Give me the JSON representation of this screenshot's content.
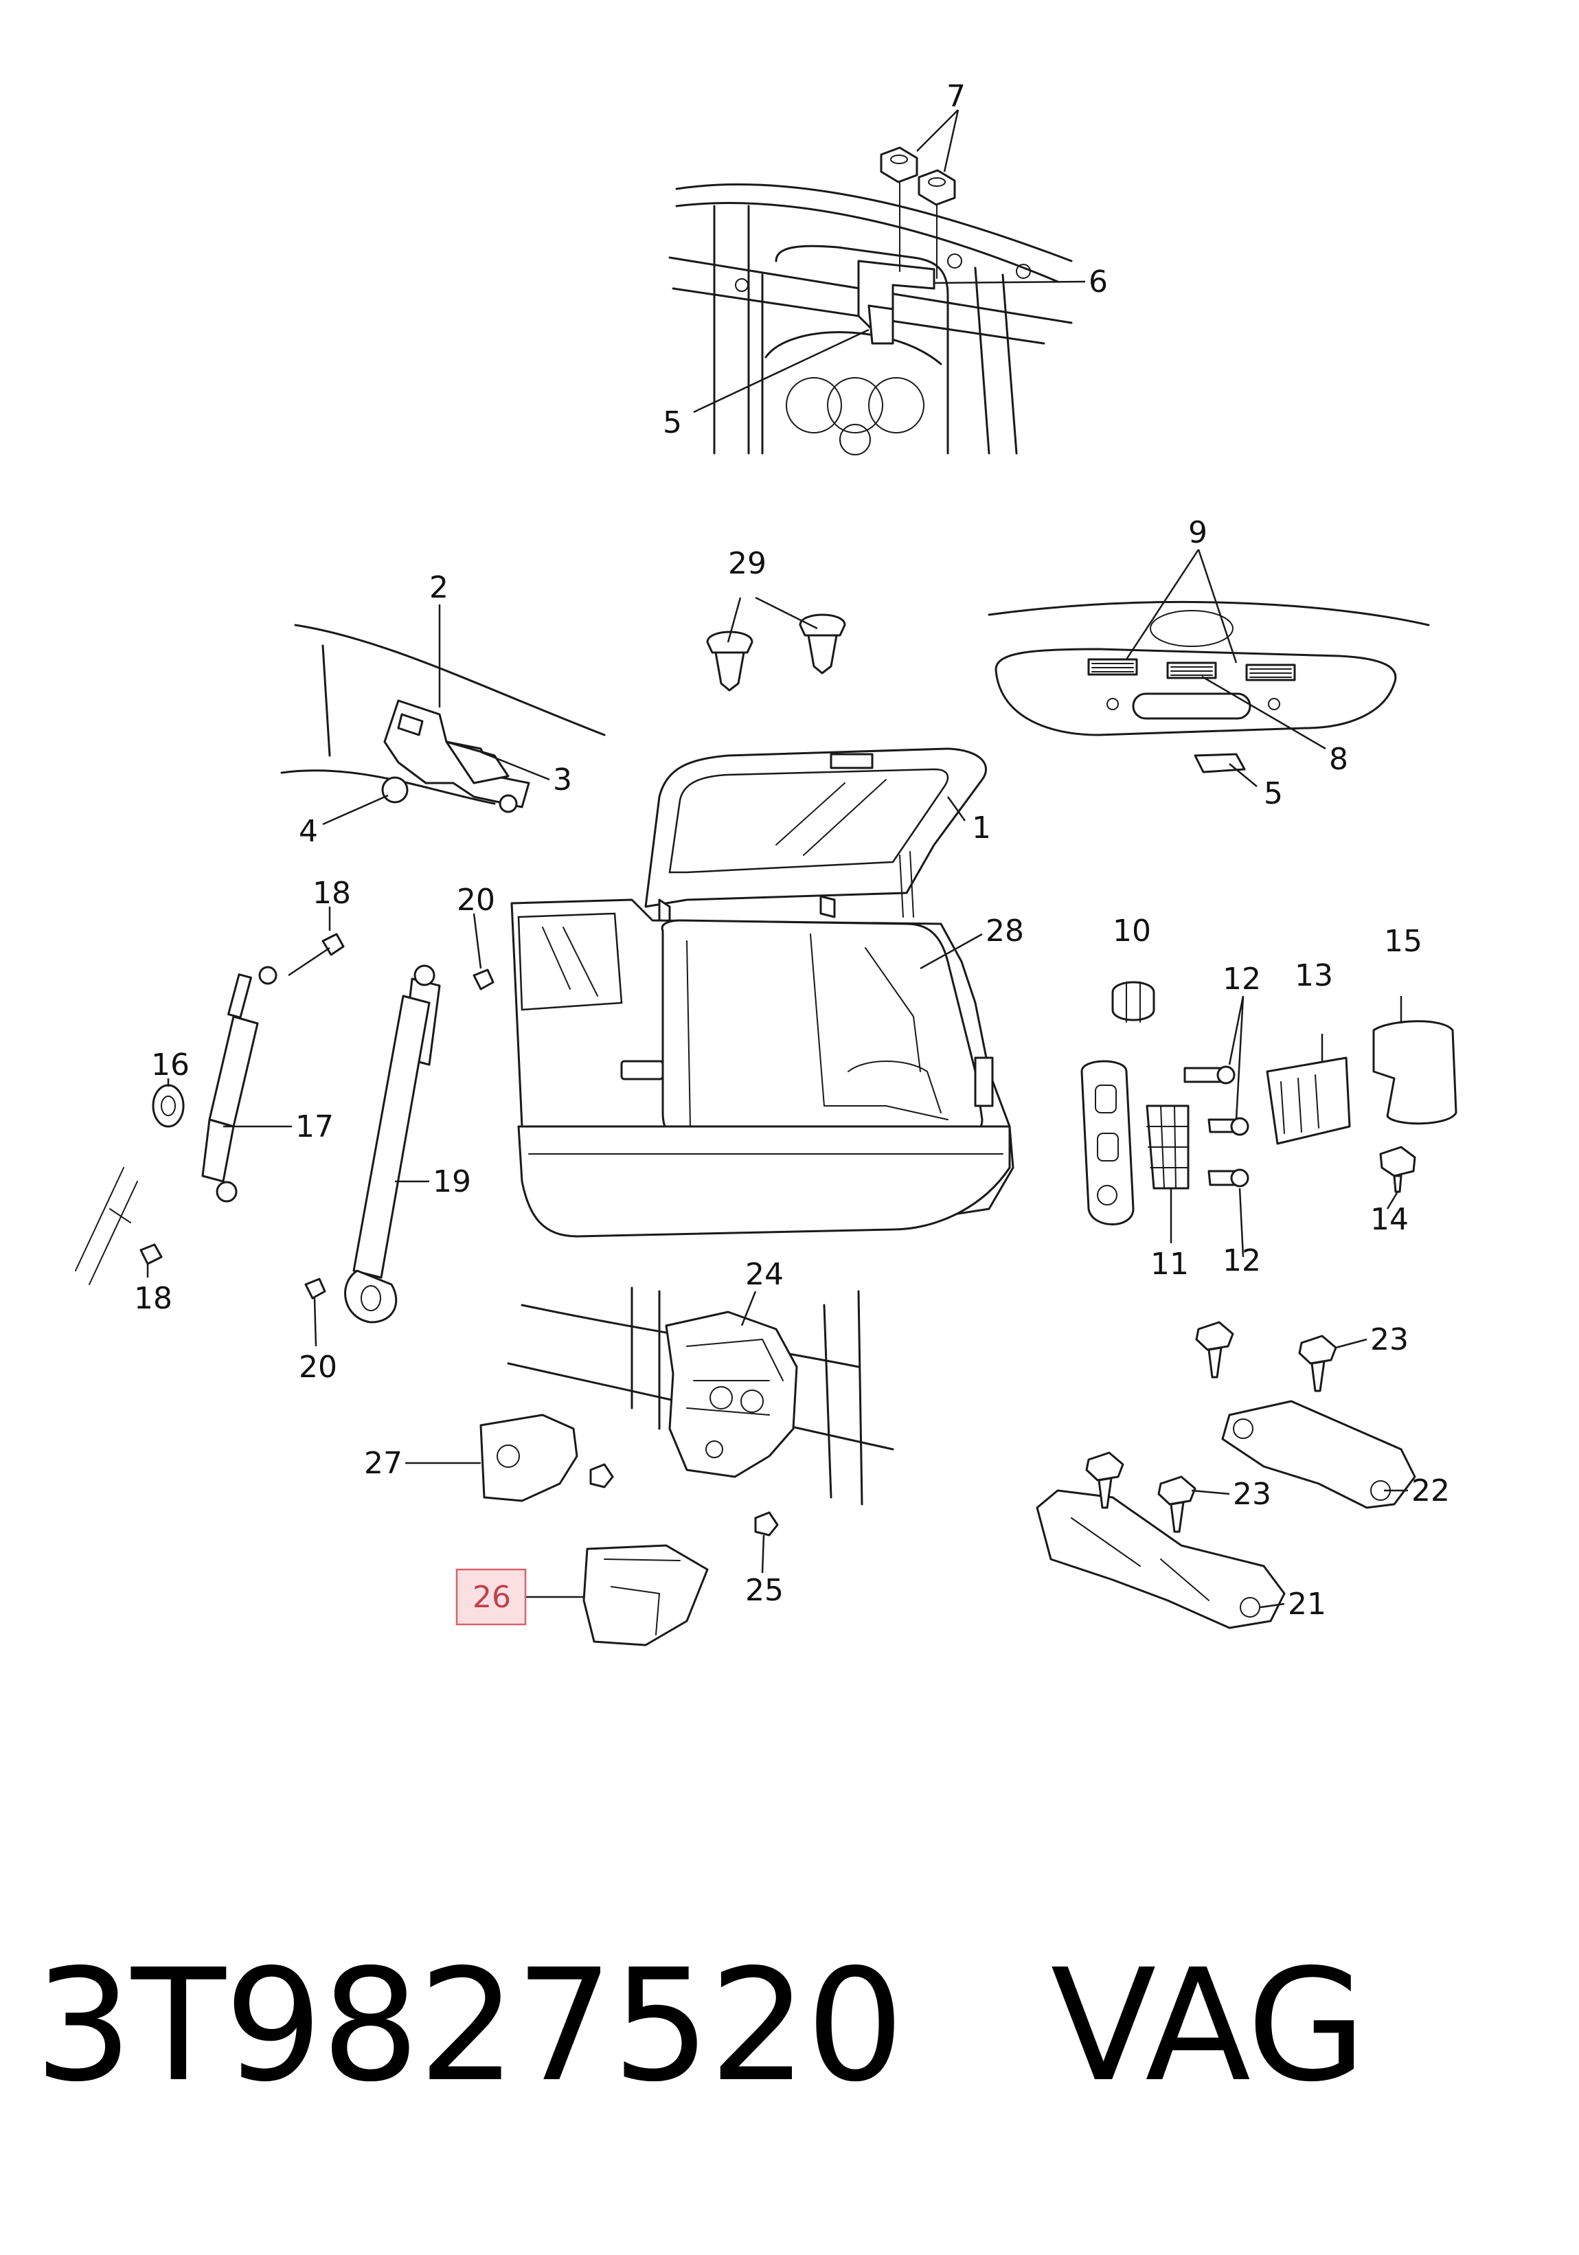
{
  "callouts": [
    "1",
    "2",
    "3",
    "4",
    "5",
    "5",
    "6",
    "7",
    "8",
    "9",
    "10",
    "11",
    "12",
    "12",
    "13",
    "14",
    "15",
    "16",
    "17",
    "18",
    "18",
    "19",
    "20",
    "20",
    "21",
    "22",
    "23",
    "23",
    "24",
    "25",
    "26",
    "27",
    "28",
    "29"
  ],
  "highlighted_callout": "26",
  "highlight_color": "#d9636d",
  "footer": {
    "part_number": "3T9827520",
    "brand": "VAG"
  }
}
